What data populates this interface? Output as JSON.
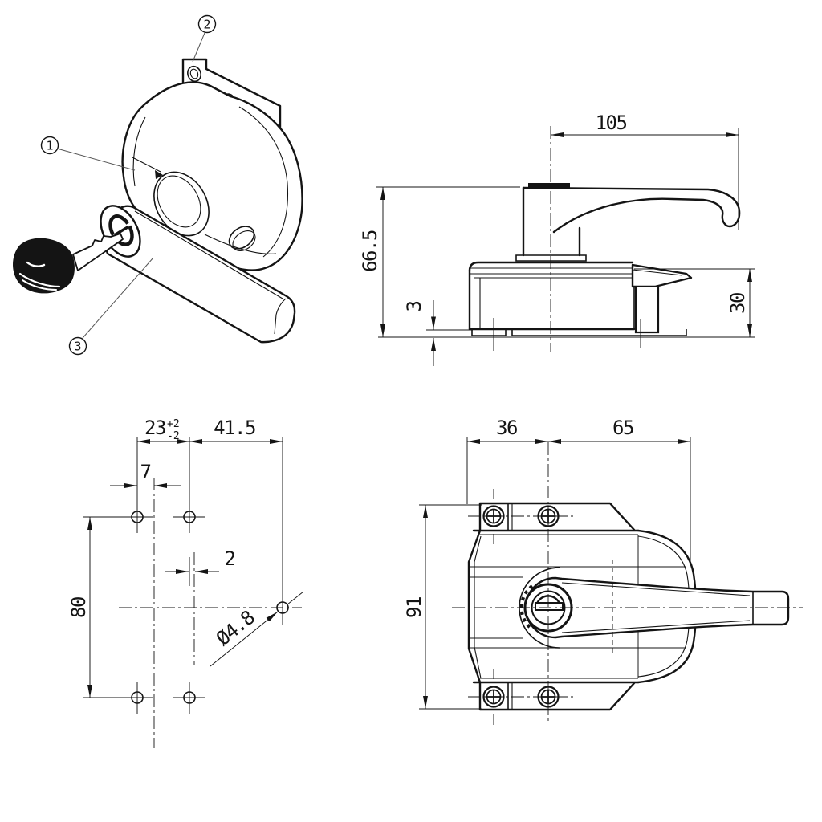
{
  "drawing": {
    "background": "#ffffff",
    "line_color": "#141414",
    "callout_color": "#555555"
  },
  "isometric": {
    "callout_1": "1",
    "callout_2": "2",
    "callout_3": "3"
  },
  "side_view": {
    "dim_handle_length": "105",
    "dim_total_height": "66.5",
    "dim_standoff": "3",
    "dim_latch_height": "30"
  },
  "drill_view": {
    "dim_hole_pitch": "23",
    "tol_plus": "+2",
    "tol_minus": "-2",
    "dim_bolt_offset": "41.5",
    "dim_edge_offset": "7",
    "dim_center_offset": "2",
    "dim_vertical_pitch": "80",
    "dim_hole_dia": "Ø4.8"
  },
  "front_view": {
    "dim_left": "36",
    "dim_right": "65",
    "dim_height": "91"
  }
}
